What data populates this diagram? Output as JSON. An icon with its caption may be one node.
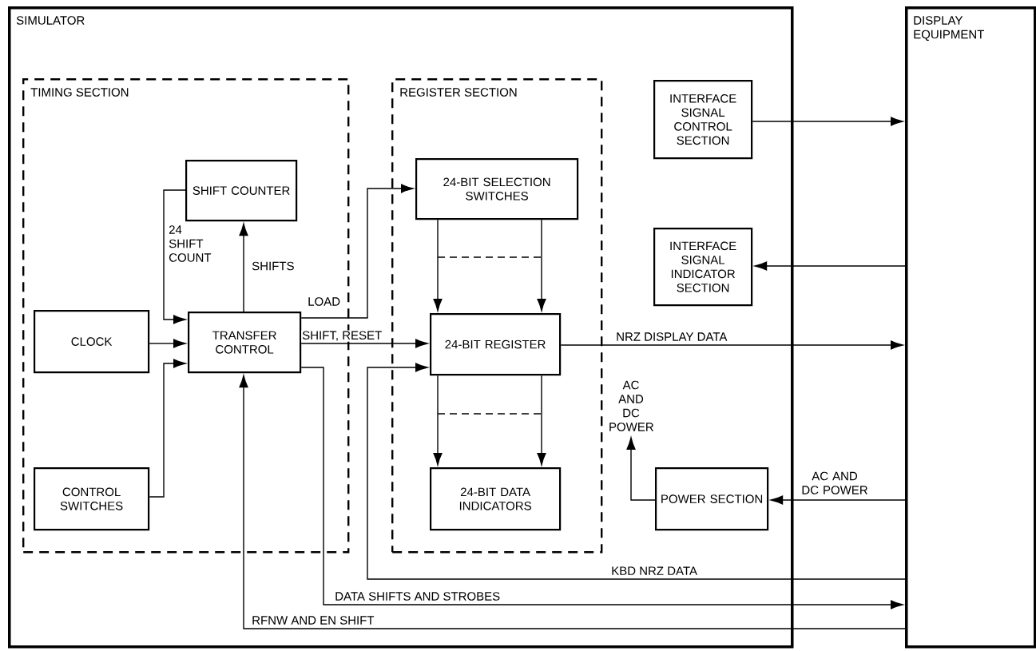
{
  "diagram": {
    "nodes": [
      {
        "text": [
          "SIMULATOR"
        ]
      },
      {
        "text": [
          "DISPLAY EQUIPMENT"
        ]
      },
      {
        "text": [
          "TIMING SECTION"
        ],
        "in": 0
      },
      {
        "text": [
          "REGISTER SECTION"
        ],
        "in": 0
      },
      {
        "text": [
          "SHIFT COUNTER"
        ],
        "in": 2
      },
      {
        "text": [
          "CLOCK"
        ],
        "in": 2
      },
      {
        "text": [
          "TRANSFER CONTROL"
        ],
        "in": 2
      },
      {
        "text": [
          "CONTROL SWITCHES"
        ],
        "in": 2
      },
      {
        "text": [
          "24-BIT SELECTION SWITCHES"
        ],
        "in": 3
      },
      {
        "text": [
          "24-BIT REGISTER"
        ],
        "in": 3
      },
      {
        "text": [
          "24-BIT DATA INDICATORS"
        ],
        "in": 3
      },
      {
        "text": [
          "INTERFACE SIGNAL CONTROL SECTION"
        ],
        "in": 0
      },
      {
        "text": [
          "INTERFACE SIGNAL INDICATOR SECTION"
        ],
        "in": 0
      },
      {
        "text": [
          "POWER SECTION"
        ],
        "in": 0
      }
    ],
    "edges": [
      {
        "from": 6,
        "to": 4,
        "arrow": "to",
        "label": "SHIFTS"
      },
      {
        "from": 4,
        "to": 6,
        "arrow": "to",
        "label": "24 SHIFT COUNT"
      },
      {
        "from": 5,
        "to": 6,
        "arrow": "to"
      },
      {
        "from": 7,
        "to": 6,
        "arrow": "to"
      },
      {
        "from": 6,
        "to": 8,
        "arrow": "to",
        "label": "LOAD"
      },
      {
        "from": 6,
        "to": 9,
        "arrow": "to",
        "label": "SHIFT, RESET"
      },
      {
        "from": 8,
        "to": 9,
        "arrow": "to"
      },
      {
        "from": 8,
        "to": 9,
        "arrow": "to"
      },
      {
        "from": 9,
        "to": 10,
        "arrow": "to"
      },
      {
        "from": 9,
        "to": 10,
        "arrow": "to"
      },
      {
        "from": 11,
        "to": 1,
        "arrow": "to"
      },
      {
        "from": 1,
        "to": 12,
        "arrow": "to"
      },
      {
        "from": 9,
        "to": 1,
        "arrow": "to",
        "label": "NRZ DISPLAY DATA"
      },
      {
        "from": 1,
        "to": 13,
        "arrow": "to",
        "label": "AC AND DC POWER"
      },
      {
        "from": 13,
        "to": null,
        "arrow": "to",
        "label": "AC AND DC POWER"
      },
      {
        "from": 1,
        "to": 9,
        "arrow": "to",
        "label": "KBD NRZ DATA"
      },
      {
        "from": 6,
        "to": 1,
        "arrow": "to",
        "label": "DATA SHIFTS AND STROBES"
      },
      {
        "from": 1,
        "to": 6,
        "arrow": "to",
        "label": "RFNW AND EN SHIFT"
      }
    ]
  }
}
